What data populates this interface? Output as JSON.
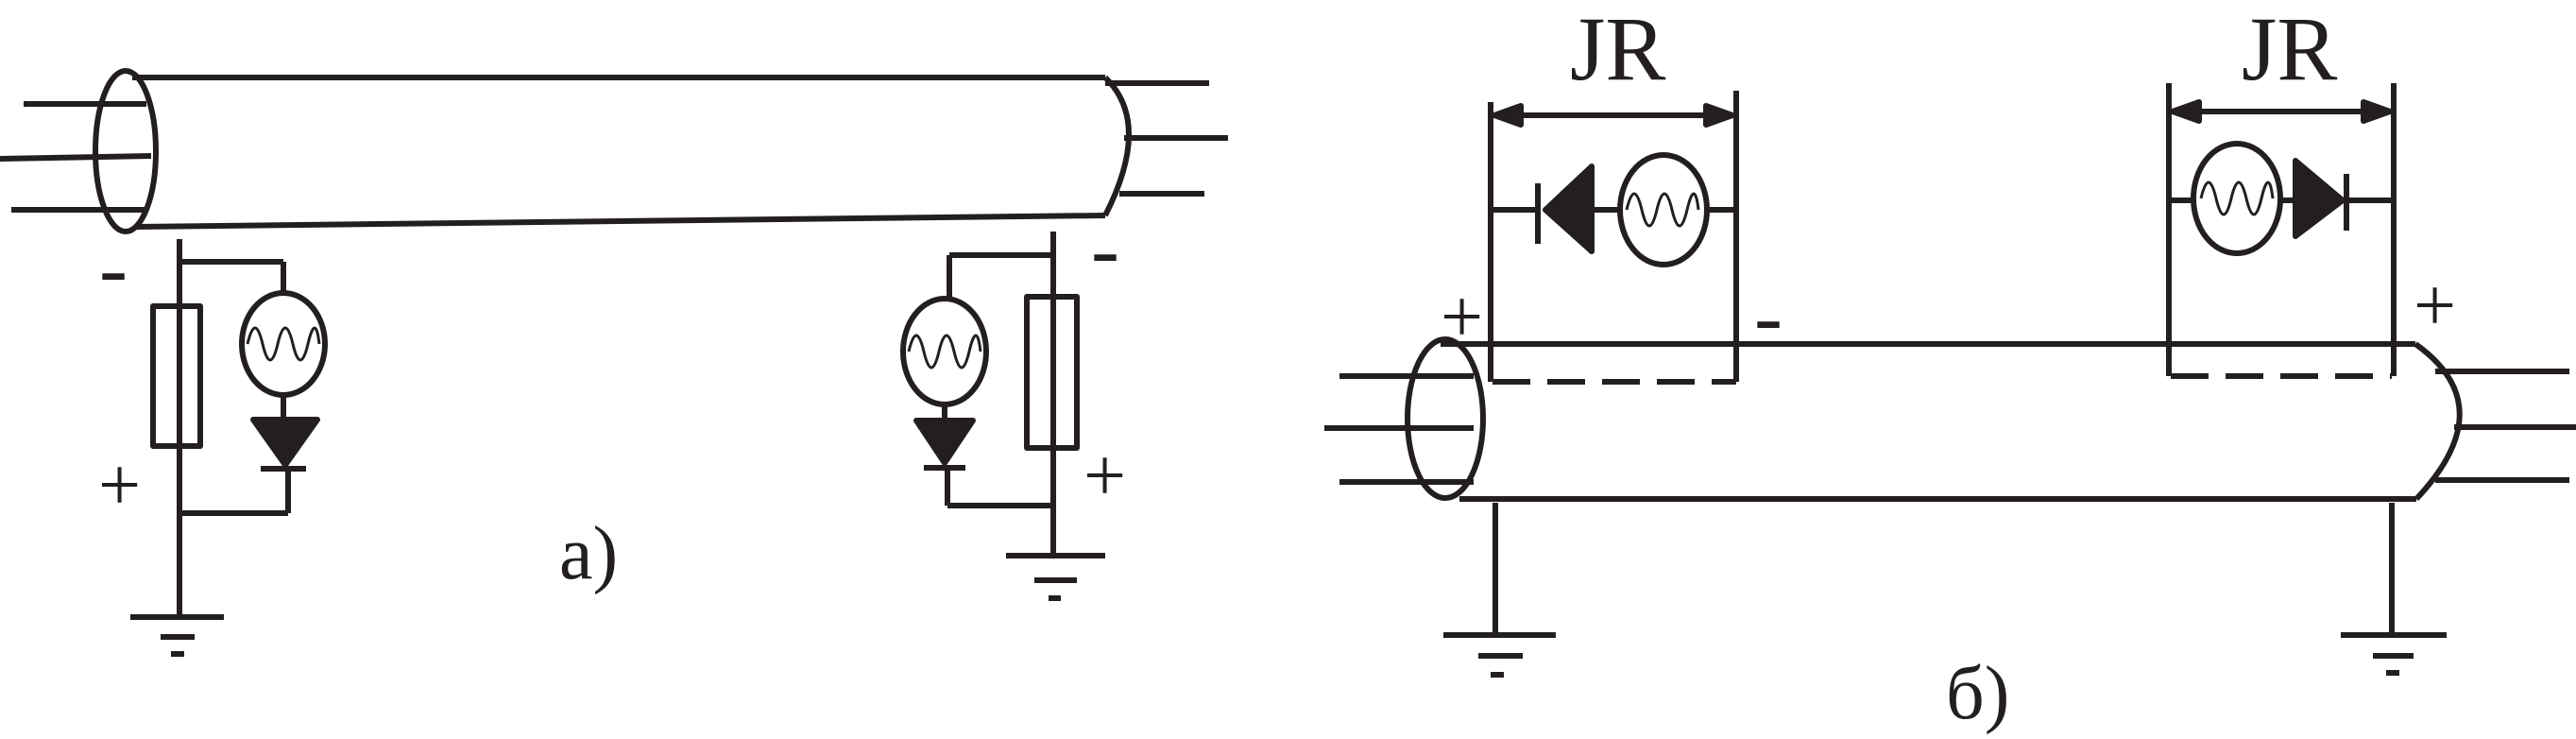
{
  "colors": {
    "ink": "#231f20",
    "background": "#ffffff"
  },
  "panel_a": {
    "caption": "a)",
    "left_source": {
      "top_sign": "-",
      "bottom_sign": "+"
    },
    "right_source": {
      "top_sign": "-",
      "bottom_sign": "+"
    }
  },
  "panel_b": {
    "caption": "б)",
    "left_gap_label": "JR",
    "right_gap_label": "JR",
    "left_plus_sign": "+",
    "middle_minus_sign": "-",
    "right_plus_sign": "+"
  },
  "icons": [
    "ground-icon",
    "diode-icon",
    "ac-source-icon",
    "resistor-icon",
    "dimension-arrow-icon"
  ]
}
